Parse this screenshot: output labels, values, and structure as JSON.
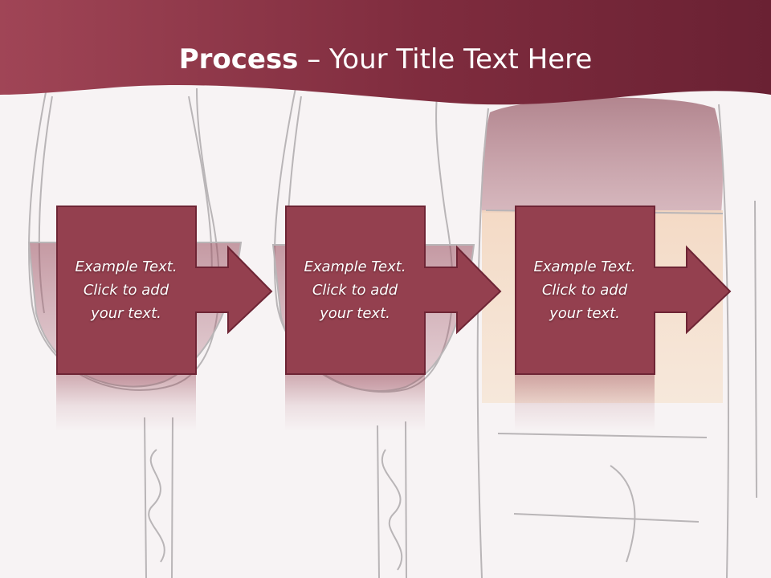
{
  "title": {
    "bold": "Process",
    "rest": " – Your Title Text Here"
  },
  "steps": [
    {
      "lines": [
        "Example Text.",
        "Click  to add",
        "your text."
      ]
    },
    {
      "lines": [
        "Example Text.",
        "Click  to add",
        "your text."
      ]
    },
    {
      "lines": [
        "Example Text.",
        "Click  to add",
        "your text."
      ]
    }
  ],
  "colors": {
    "banner": "#8a3447",
    "box": "#94404f",
    "background": "#f7f3f4"
  }
}
